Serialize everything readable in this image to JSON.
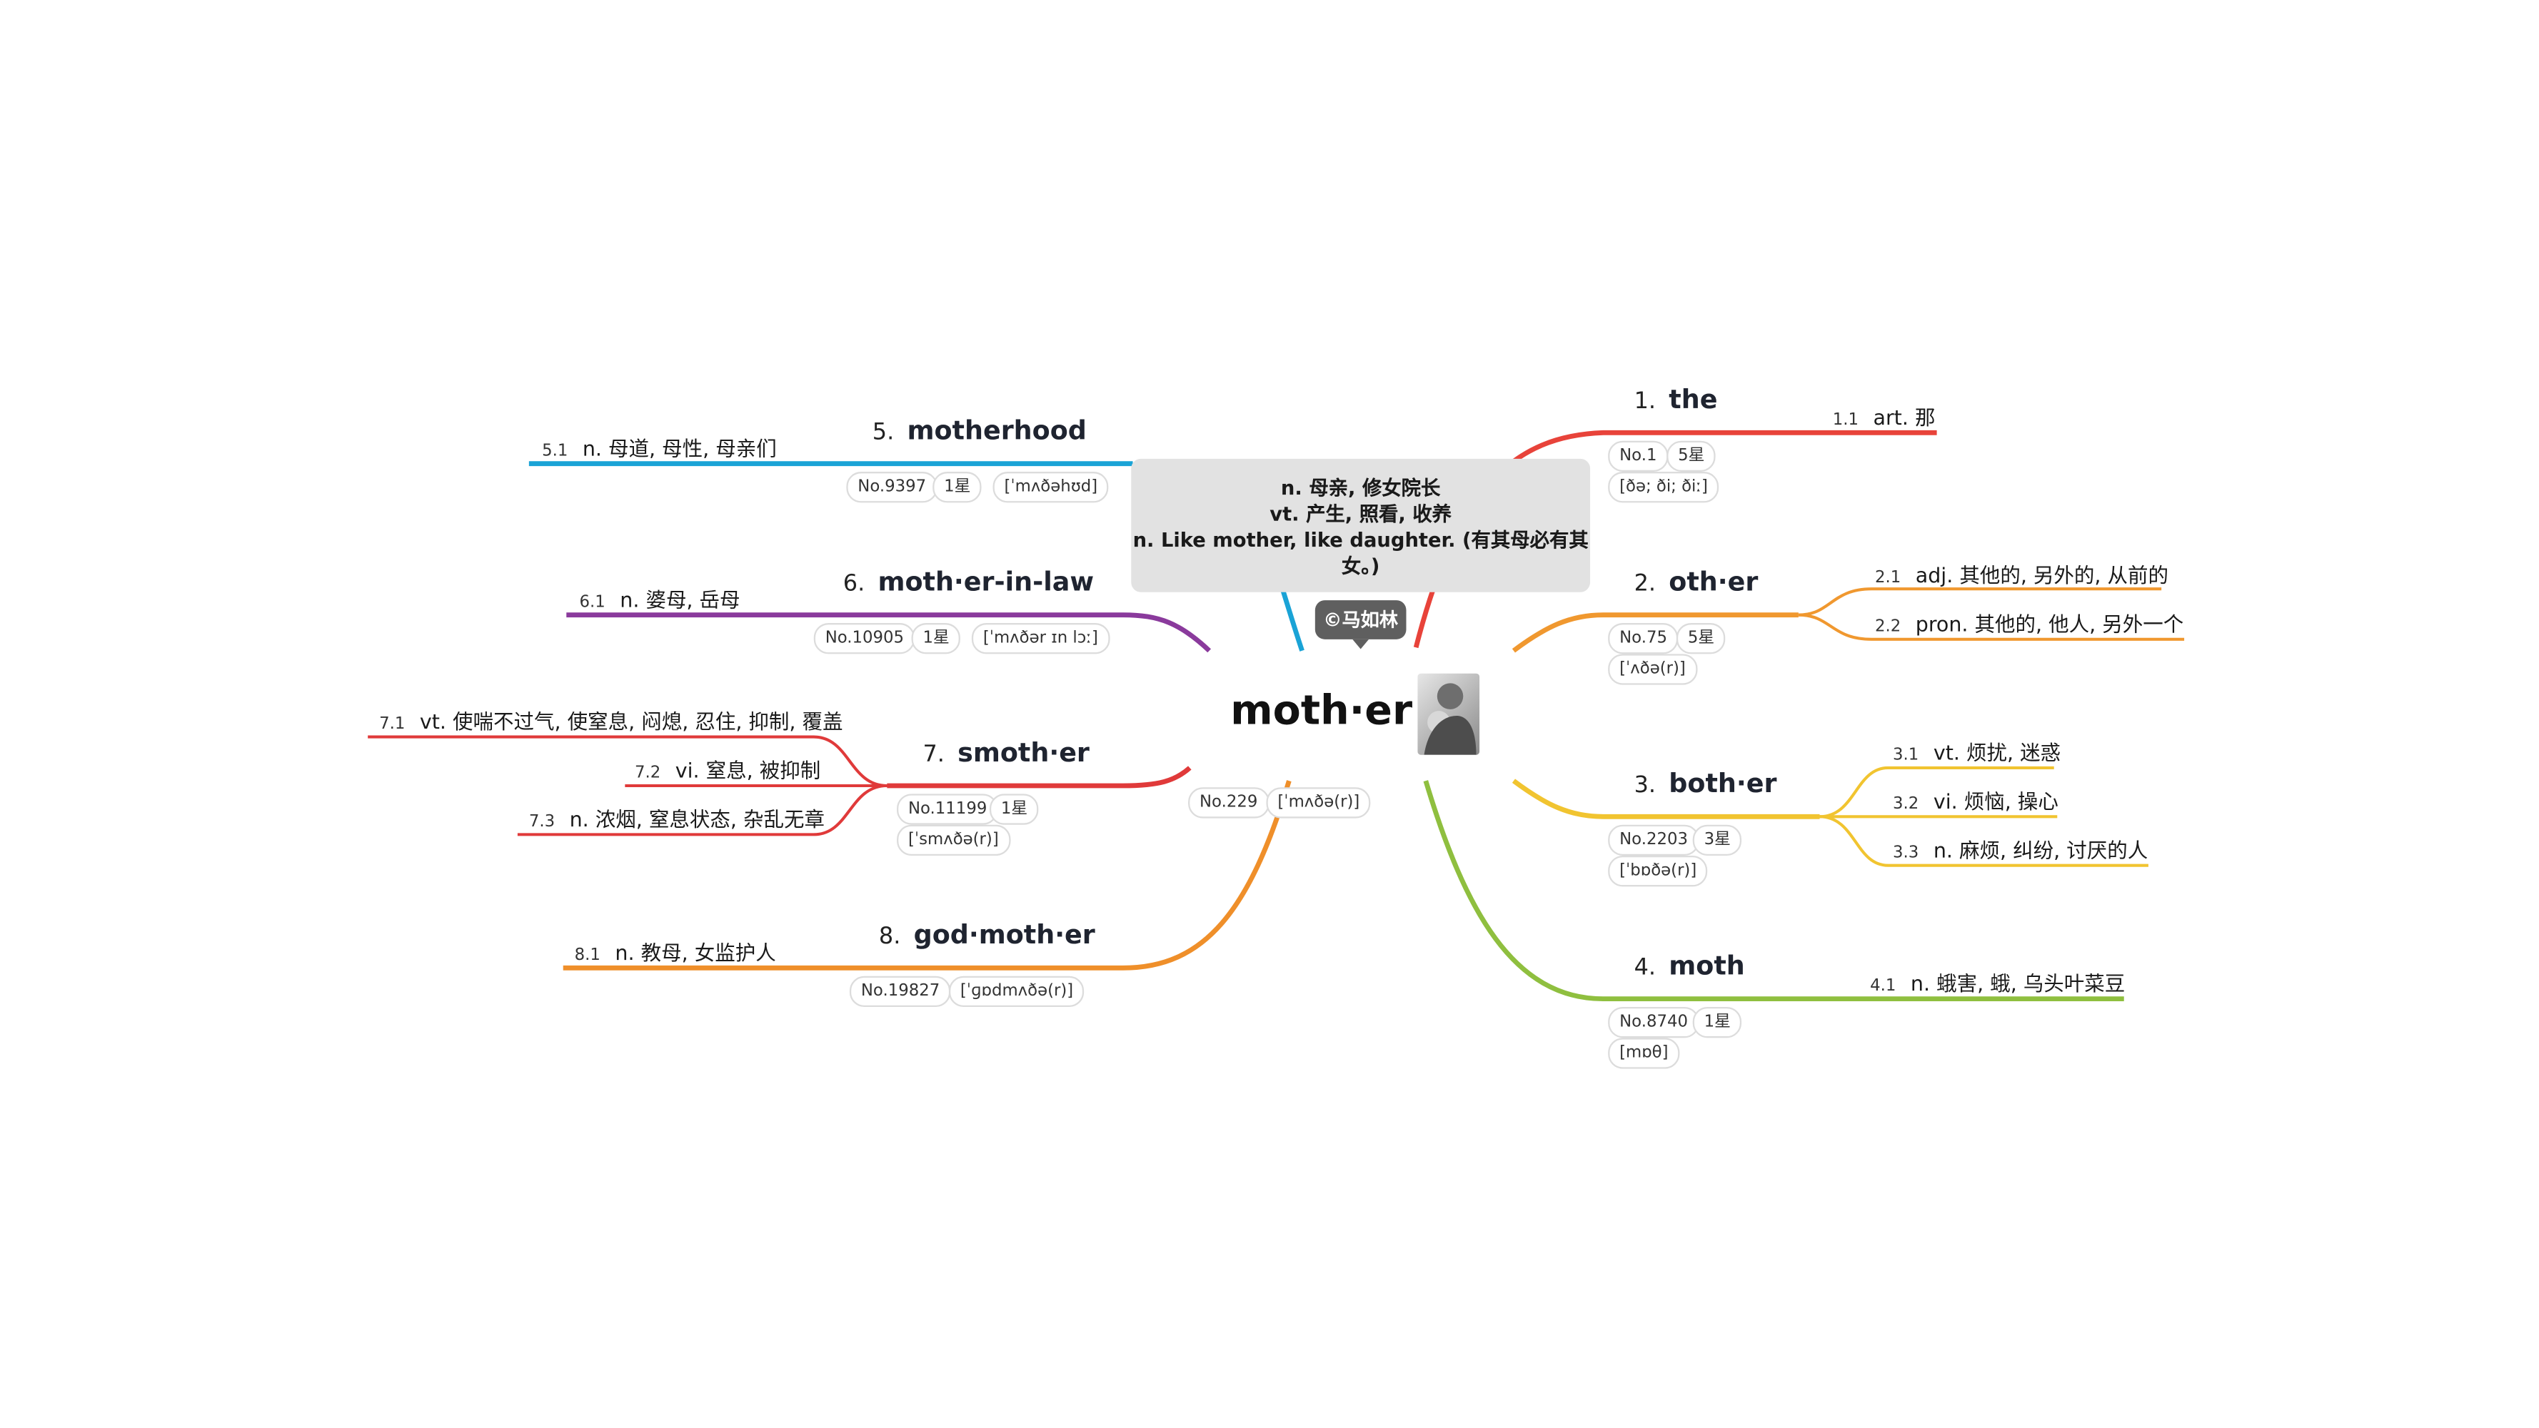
{
  "center": {
    "word": "moth·er",
    "rank": "No.229",
    "phonetic": "[ˈmʌðə(r)]",
    "note_lines": [
      "n. 母亲, 修女院长",
      "vt. 产生, 照看, 收养",
      "n. Like mother, like daughter. (有其母必有其",
      "女。)"
    ],
    "author": "©马如林",
    "photo_icon": "mother-child-photo-icon"
  },
  "colors": {
    "b1": "#e8433a",
    "b2": "#f0982f",
    "b3": "#f1c430",
    "b4": "#8fbf3f",
    "b5": "#1aa3d6",
    "b6": "#8a3a9c",
    "b7": "#e03a3a",
    "b8": "#ef8f2a"
  },
  "branches": [
    {
      "num": "1.",
      "word": "the",
      "rank": "No.1",
      "stars": "5星",
      "phonetic": "[ðə; ði; ðiː]",
      "meanings": [
        {
          "num": "1.1",
          "text": "art. 那"
        }
      ]
    },
    {
      "num": "2.",
      "word": "oth·er",
      "rank": "No.75",
      "stars": "5星",
      "phonetic": "[ˈʌðə(r)]",
      "meanings": [
        {
          "num": "2.1",
          "text": "adj. 其他的, 另外的, 从前的"
        },
        {
          "num": "2.2",
          "text": "pron. 其他的, 他人, 另外一个"
        }
      ]
    },
    {
      "num": "3.",
      "word": "both·er",
      "rank": "No.2203",
      "stars": "3星",
      "phonetic": "[ˈbɒðə(r)]",
      "meanings": [
        {
          "num": "3.1",
          "text": "vt. 烦扰, 迷惑"
        },
        {
          "num": "3.2",
          "text": "vi. 烦恼, 操心"
        },
        {
          "num": "3.3",
          "text": "n. 麻烦, 纠纷, 讨厌的人"
        }
      ]
    },
    {
      "num": "4.",
      "word": "moth",
      "rank": "No.8740",
      "stars": "1星",
      "phonetic": "[mɒθ]",
      "meanings": [
        {
          "num": "4.1",
          "text": "n. 蛾害, 蛾, 乌头叶菜豆"
        }
      ]
    },
    {
      "num": "5.",
      "word": "motherhood",
      "rank": "No.9397",
      "stars": "1星",
      "phonetic": "[ˈmʌðəhʊd]",
      "meanings": [
        {
          "num": "5.1",
          "text": "n. 母道, 母性, 母亲们"
        }
      ]
    },
    {
      "num": "6.",
      "word": "moth·er-in-law",
      "rank": "No.10905",
      "stars": "1星",
      "phonetic": "[ˈmʌðər ɪn lɔː]",
      "meanings": [
        {
          "num": "6.1",
          "text": "n. 婆母, 岳母"
        }
      ]
    },
    {
      "num": "7.",
      "word": "smoth·er",
      "rank": "No.11199",
      "stars": "1星",
      "phonetic": "[ˈsmʌðə(r)]",
      "meanings": [
        {
          "num": "7.1",
          "text": "vt. 使喘不过气, 使窒息, 闷熄, 忍住, 抑制, 覆盖"
        },
        {
          "num": "7.2",
          "text": "vi. 窒息, 被抑制"
        },
        {
          "num": "7.3",
          "text": "n. 浓烟, 窒息状态, 杂乱无章"
        }
      ]
    },
    {
      "num": "8.",
      "word": "god·moth·er",
      "rank": "No.19827",
      "stars": "",
      "phonetic": "[ˈɡɒdmʌðə(r)]",
      "meanings": [
        {
          "num": "8.1",
          "text": "n. 教母, 女监护人"
        }
      ]
    }
  ]
}
